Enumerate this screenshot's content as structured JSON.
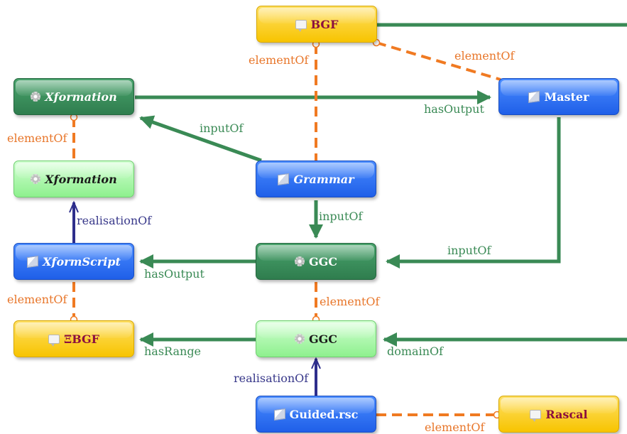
{
  "nodes": {
    "bgf_top": {
      "label": "BGF",
      "icon": "note-icon",
      "style": "yellow"
    },
    "xformation_top": {
      "label": "Xformation",
      "icon": "gear-icon",
      "style": "dgreen"
    },
    "master": {
      "label": "Master",
      "icon": "cube-icon",
      "style": "blue"
    },
    "xformation_sub": {
      "label": "Xformation",
      "icon": "gear-icon",
      "style": "lgreen"
    },
    "grammar": {
      "label": "Grammar",
      "icon": "cube-icon",
      "style": "blue"
    },
    "xformscript": {
      "label": "XformScript",
      "icon": "cube-icon",
      "style": "blue"
    },
    "ggc_top": {
      "label": "GGC",
      "icon": "gear-icon",
      "style": "dgreen"
    },
    "xibgf": {
      "label": "ΞBGF",
      "icon": "note-icon",
      "style": "yellow"
    },
    "ggc_bottom": {
      "label": "GGC",
      "icon": "gear-icon",
      "style": "lgreen"
    },
    "guided": {
      "label": "Guided.rsc",
      "icon": "cube-icon",
      "style": "blue"
    },
    "rascal": {
      "label": "Rascal",
      "icon": "note-icon",
      "style": "yellow"
    }
  },
  "edges": {
    "bgf_elementOf_left": "elementOf",
    "bgf_elementOf_master": "elementOf",
    "xformation_hasOutput": "hasOutput",
    "grammar_inputOf_xf": "inputOf",
    "xf_elementOf": "elementOf",
    "realisationOf_xf": "realisationOf",
    "grammar_inputOf_ggc": "inputOf",
    "master_inputOf_ggc": "inputOf",
    "ggc_hasOutput": "hasOutput",
    "xs_elementOf": "elementOf",
    "ggc_elementOf": "elementOf",
    "ggc_hasRange": "hasRange",
    "ggc_domainOf": "domainOf",
    "realisationOf_ggc": "realisationOf",
    "guided_elementOf": "elementOf"
  },
  "colors": {
    "green_edge": "#3a8a55",
    "orange_edge": "#f07a22",
    "navy_edge": "#2e2e8c"
  }
}
